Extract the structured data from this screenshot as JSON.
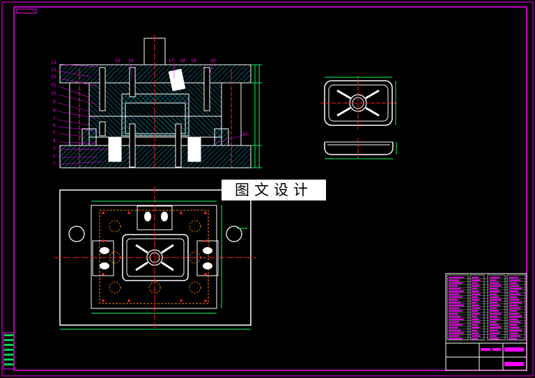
{
  "watermark": "图文设计",
  "colors": {
    "background": "#000000",
    "frame": "#ff00ff",
    "outline": "#ffffff",
    "hatch": "#00d8ff",
    "centerline": "#ff2020",
    "dimension": "#00ff60",
    "holes": "#ff8800",
    "leaders": "#ff00ff",
    "accent_yellow": "#ffff00"
  },
  "part_numbers": [
    "14",
    "13",
    "12",
    "11",
    "10",
    "9",
    "8",
    "7",
    "6",
    "5",
    "4",
    "3",
    "2",
    "1"
  ],
  "top_part_numbers": [
    "15",
    "16",
    "17",
    "18",
    "19",
    "20"
  ],
  "side_part_number": "21"
}
